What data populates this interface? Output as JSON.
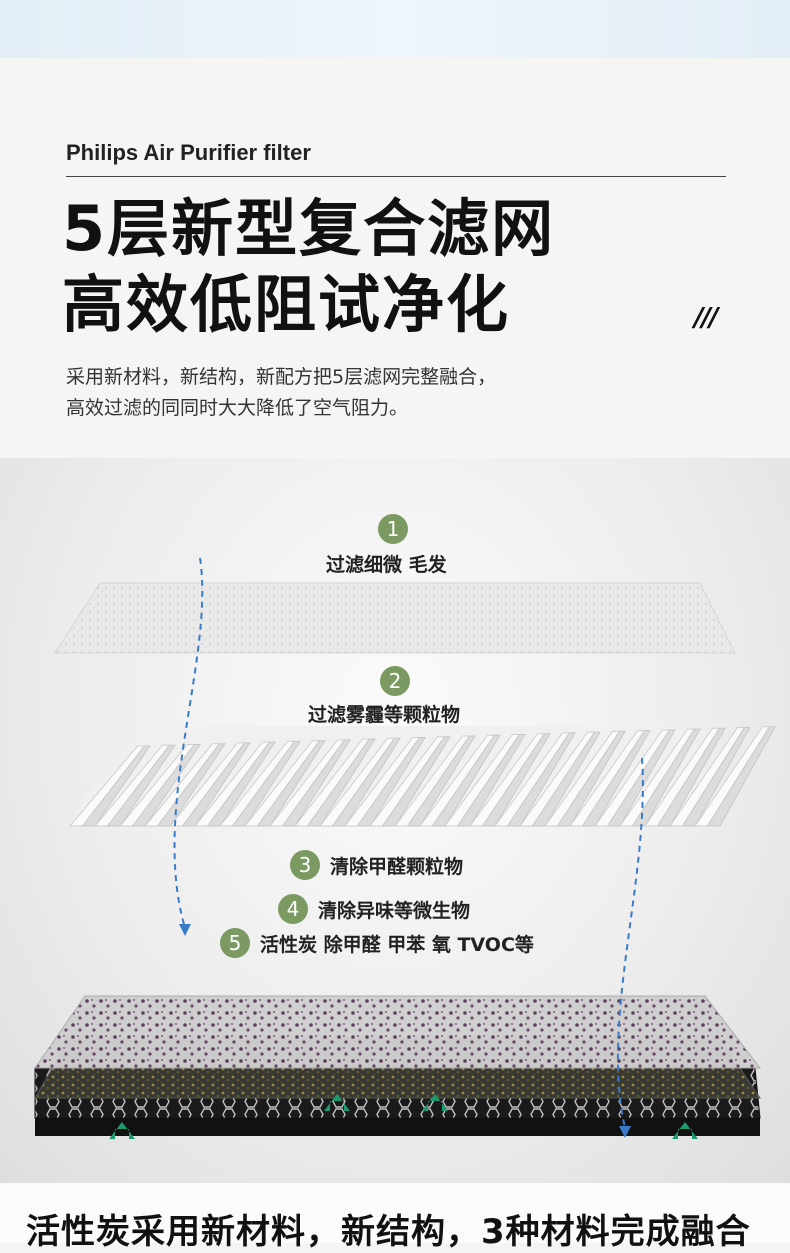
{
  "brand": "Philips Air Purifier filter",
  "headline": {
    "line1": "5层新型复合滤网",
    "line2": "高效低阻试净化",
    "mark": "///"
  },
  "description": {
    "line1": "采用新材料，新结构，新配方把5层滤网完整融合，",
    "line2": "高效过滤的同同时大大降低了空气阻力。"
  },
  "layers": [
    {
      "number": "1",
      "label": "过滤细微 毛发"
    },
    {
      "number": "2",
      "label": "过滤雾霾等颗粒物"
    },
    {
      "number": "3",
      "label": "清除甲醛颗粒物"
    },
    {
      "number": "4",
      "label": "清除异味等微生物"
    },
    {
      "number": "5",
      "label": "活性炭 除甲醛 甲苯 氧 TVOC等"
    }
  ],
  "bottom_text": "活性炭采用新材料，新结构，3种材料完成融合",
  "colors": {
    "badge": "#7a9a62",
    "arrow_blue": "#3a7bc8",
    "arrow_green": "#1c9a6c"
  }
}
